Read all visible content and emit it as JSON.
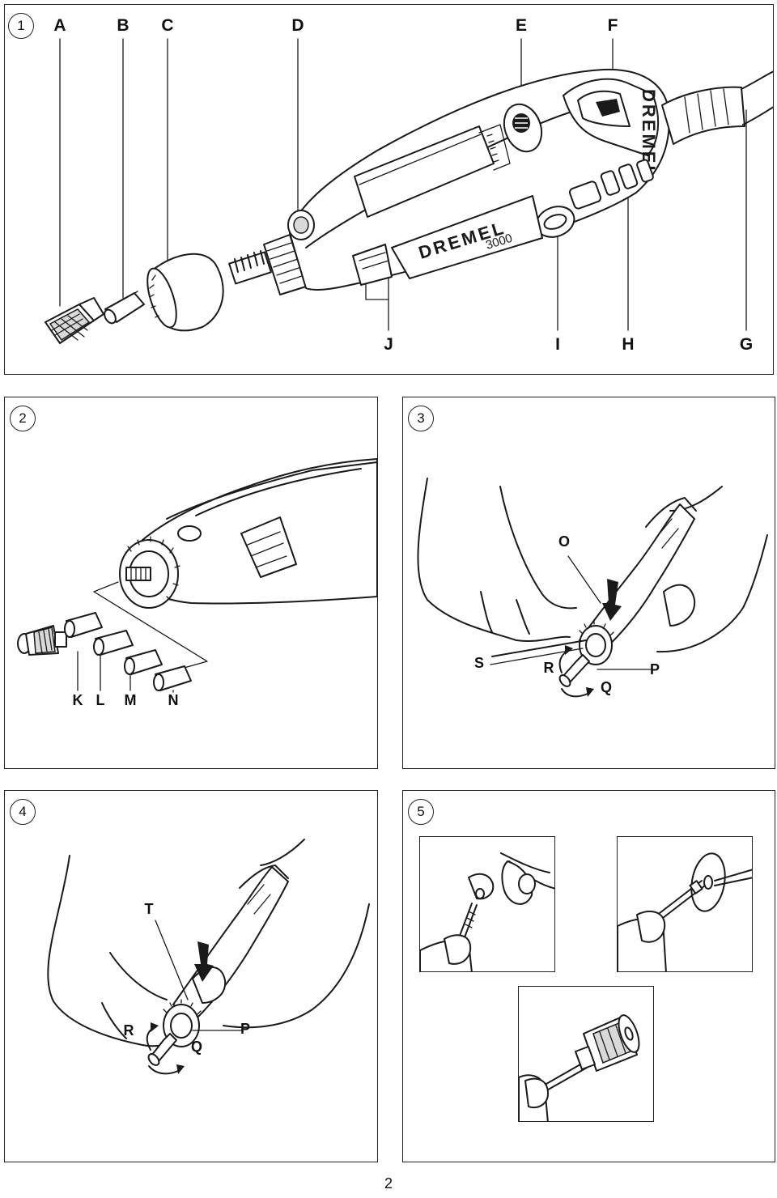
{
  "page_number": "2",
  "figures": [
    {
      "number": "1",
      "labels": [
        "A",
        "B",
        "C",
        "D",
        "E",
        "F",
        "G",
        "H",
        "I",
        "J"
      ],
      "brand": "DREMEL",
      "model": "3000"
    },
    {
      "number": "2",
      "labels": [
        "K",
        "L",
        "M",
        "N"
      ]
    },
    {
      "number": "3",
      "labels": [
        "O",
        "P",
        "Q",
        "R",
        "S"
      ]
    },
    {
      "number": "4",
      "labels": [
        "T",
        "R",
        "P",
        "Q"
      ]
    },
    {
      "number": "5"
    }
  ]
}
